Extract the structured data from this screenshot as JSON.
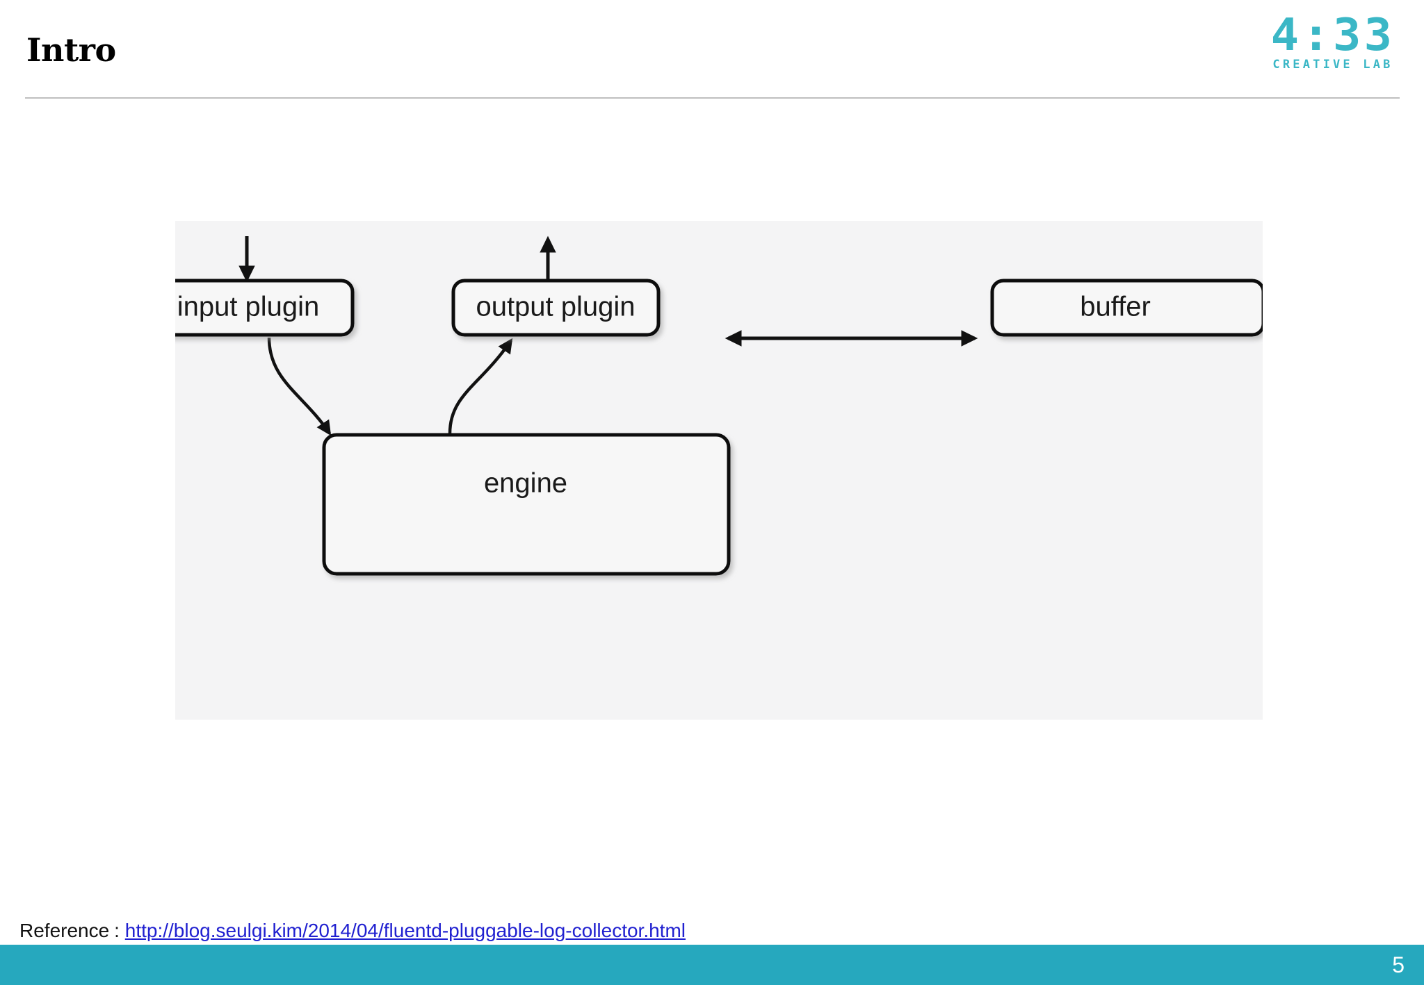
{
  "header": {
    "title": "Intro"
  },
  "logo": {
    "time": "4:33",
    "subtitle": "CREATIVE LAB",
    "color": "#3bb7c6"
  },
  "diagram": {
    "background_color": "#f4f4f5",
    "nodes": [
      {
        "id": "input-plugin",
        "label": "input plugin"
      },
      {
        "id": "output-plugin",
        "label": "output plugin"
      },
      {
        "id": "buffer",
        "label": "buffer"
      },
      {
        "id": "engine",
        "label": "engine"
      }
    ],
    "edges": [
      {
        "from": "external",
        "to": "input-plugin",
        "type": "arrow-down"
      },
      {
        "from": "input-plugin",
        "to": "engine",
        "type": "curve-arrow"
      },
      {
        "from": "engine",
        "to": "output-plugin",
        "type": "curve-arrow"
      },
      {
        "from": "output-plugin",
        "to": "external",
        "type": "arrow-up"
      },
      {
        "from": "output-plugin",
        "to": "buffer",
        "type": "double-arrow"
      }
    ]
  },
  "reference": {
    "label": "Reference :",
    "url_text": "http://blog.seulgi.kim/2014/04/fluentd-pluggable-log-collector.html",
    "link_color": "#2020d0"
  },
  "footer": {
    "page_number": "5",
    "bar_color": "#26a8be"
  }
}
